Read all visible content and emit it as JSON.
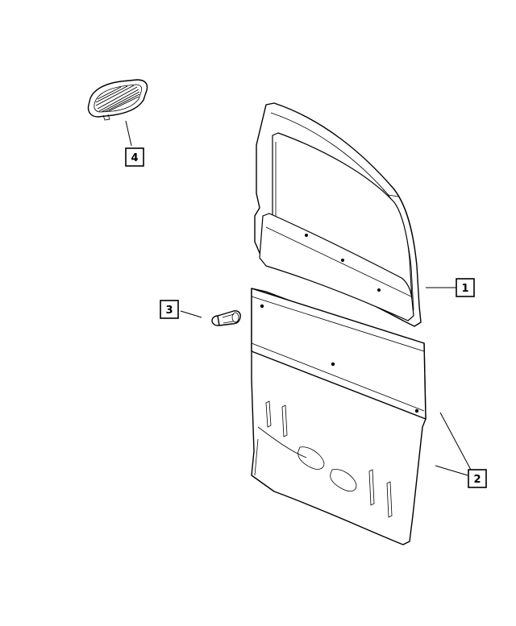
{
  "callouts": [
    {
      "id": "1",
      "label": "1"
    },
    {
      "id": "2",
      "label": "2"
    },
    {
      "id": "3",
      "label": "3"
    },
    {
      "id": "4",
      "label": "4"
    }
  ],
  "parts": [
    {
      "callout": "1",
      "icon": "partition-window-panel"
    },
    {
      "callout": "2",
      "icon": "partition-lower-panel"
    },
    {
      "callout": "3",
      "icon": "push-pin-fastener"
    },
    {
      "callout": "4",
      "icon": "vent-grille"
    }
  ],
  "colors": {
    "line": "#000000",
    "background": "#ffffff"
  }
}
